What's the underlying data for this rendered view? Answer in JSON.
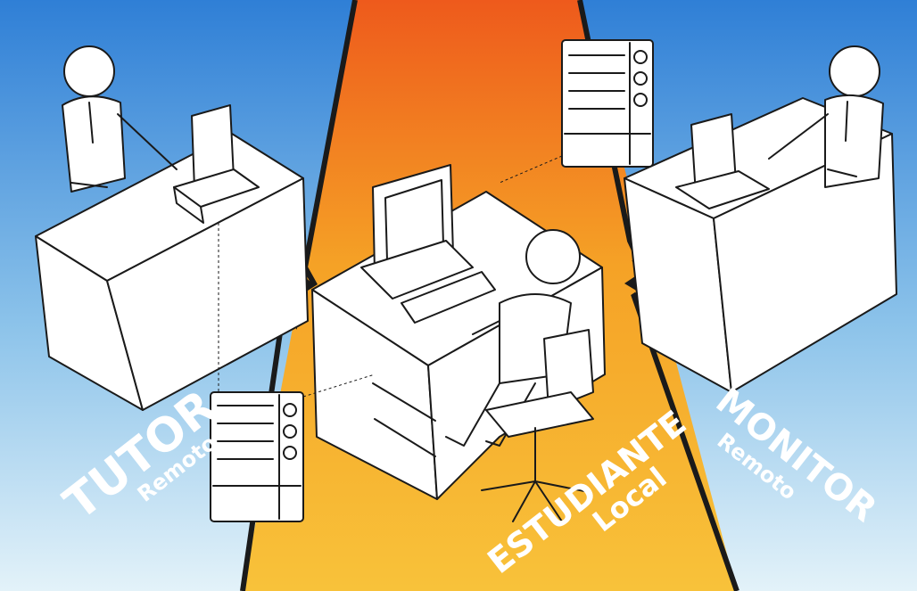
{
  "roles": {
    "tutor": {
      "title": "TUTOR",
      "subtitle": "Remoto"
    },
    "student": {
      "title": "ESTUDIANTE",
      "subtitle": "Local"
    },
    "monitor": {
      "title": "MONITOR",
      "subtitle": "Remoto"
    }
  },
  "colors": {
    "side_top": "#2f7fd6",
    "side_bottom": "#d6ecf7",
    "center_top": "#f0651e",
    "center_bottom": "#f7c033",
    "divider": "#1a1a1a",
    "label": "#ffffff"
  },
  "icons": [
    "person-icon",
    "desk-icon",
    "computer-icon",
    "chat-panel-icon",
    "chair-icon",
    "lightning-link-icon"
  ]
}
